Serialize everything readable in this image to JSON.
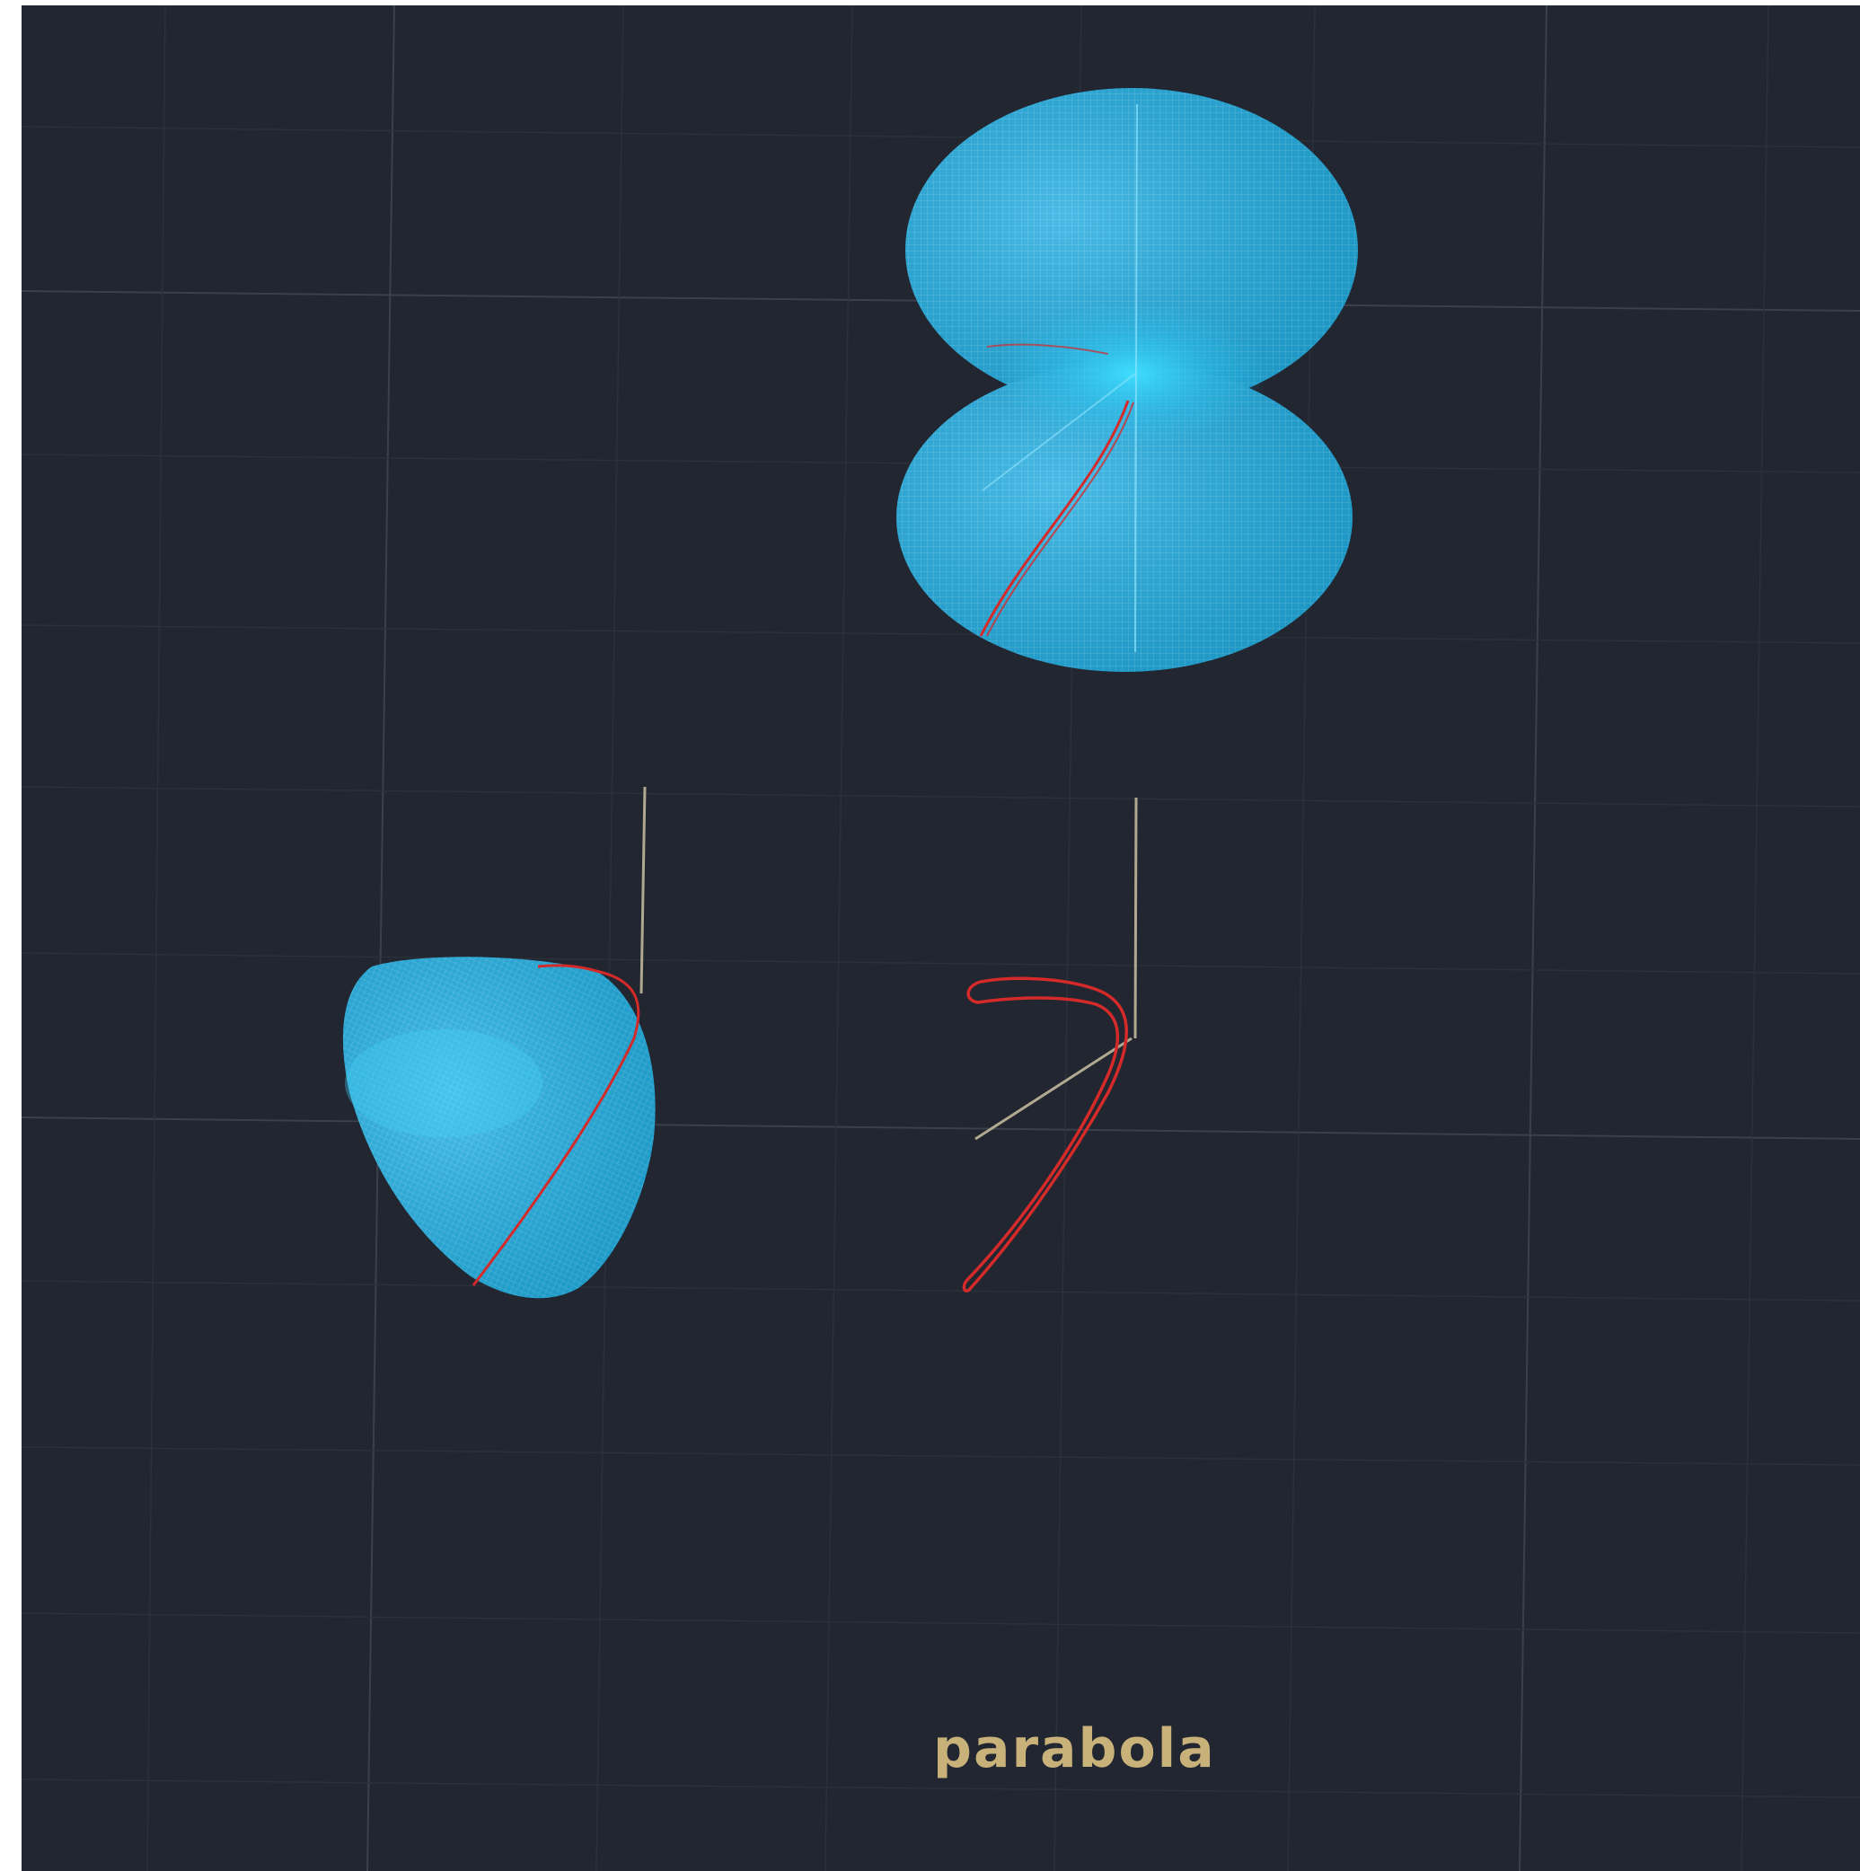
{
  "viewport": {
    "background": "#212630",
    "grid_color": "#3a404c"
  },
  "caption": {
    "text": "parabola",
    "color": "#c9b17a"
  },
  "objects": [
    {
      "name": "paraboloid-surface-full",
      "color": "#1eb4e6"
    },
    {
      "name": "paraboloid-surface-partial",
      "color": "#1eb4e6"
    },
    {
      "name": "parabola-profile-curve",
      "color": "#d42a2a"
    }
  ],
  "axis_color": "#b0a890"
}
